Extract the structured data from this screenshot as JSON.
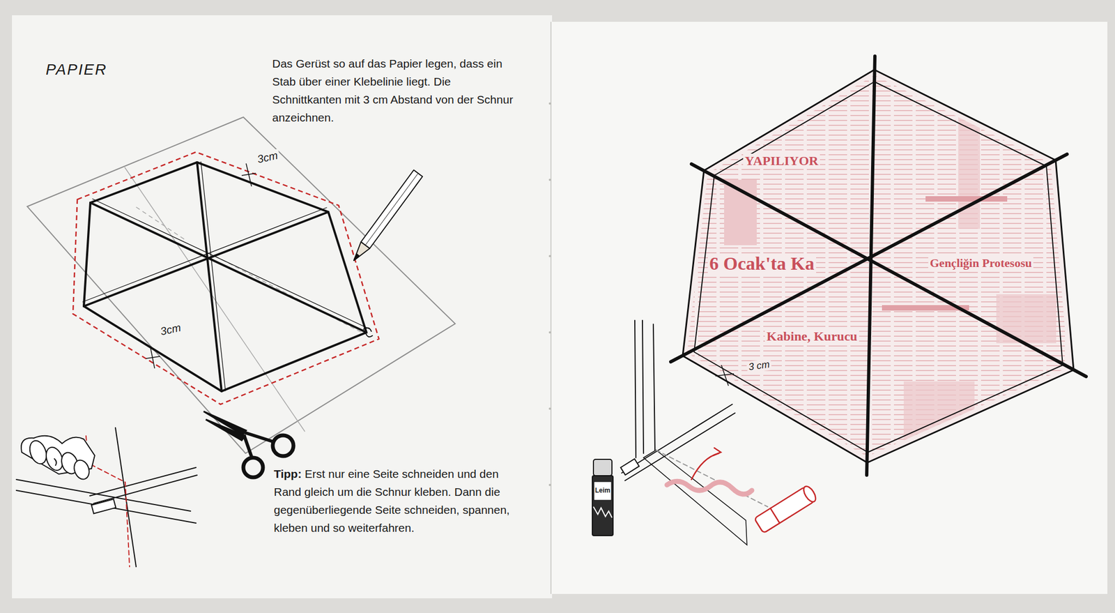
{
  "diagram": {
    "title": "PAPIER",
    "labels": [
      "Das Gerüst so auf das Papier legen, dass ein Stab über einer Klebelinie liegt. Die Schnittkanten mit 3 cm Abstand von der Schnur anzeichnen.",
      "3cm",
      "3cm",
      "Tipp:",
      "Erst nur eine Seite schneiden und den Rand gleich um die Schnur kleben. Dann die gegenüberliegende Seite schneiden, spannen, kleben und so weiterfahren.",
      "Leim",
      "3 cm",
      "YAPILIYOR",
      "6 Ocak'ta Ka",
      "Kabine, Kurucu",
      "Gençliğin Protesosu"
    ]
  }
}
